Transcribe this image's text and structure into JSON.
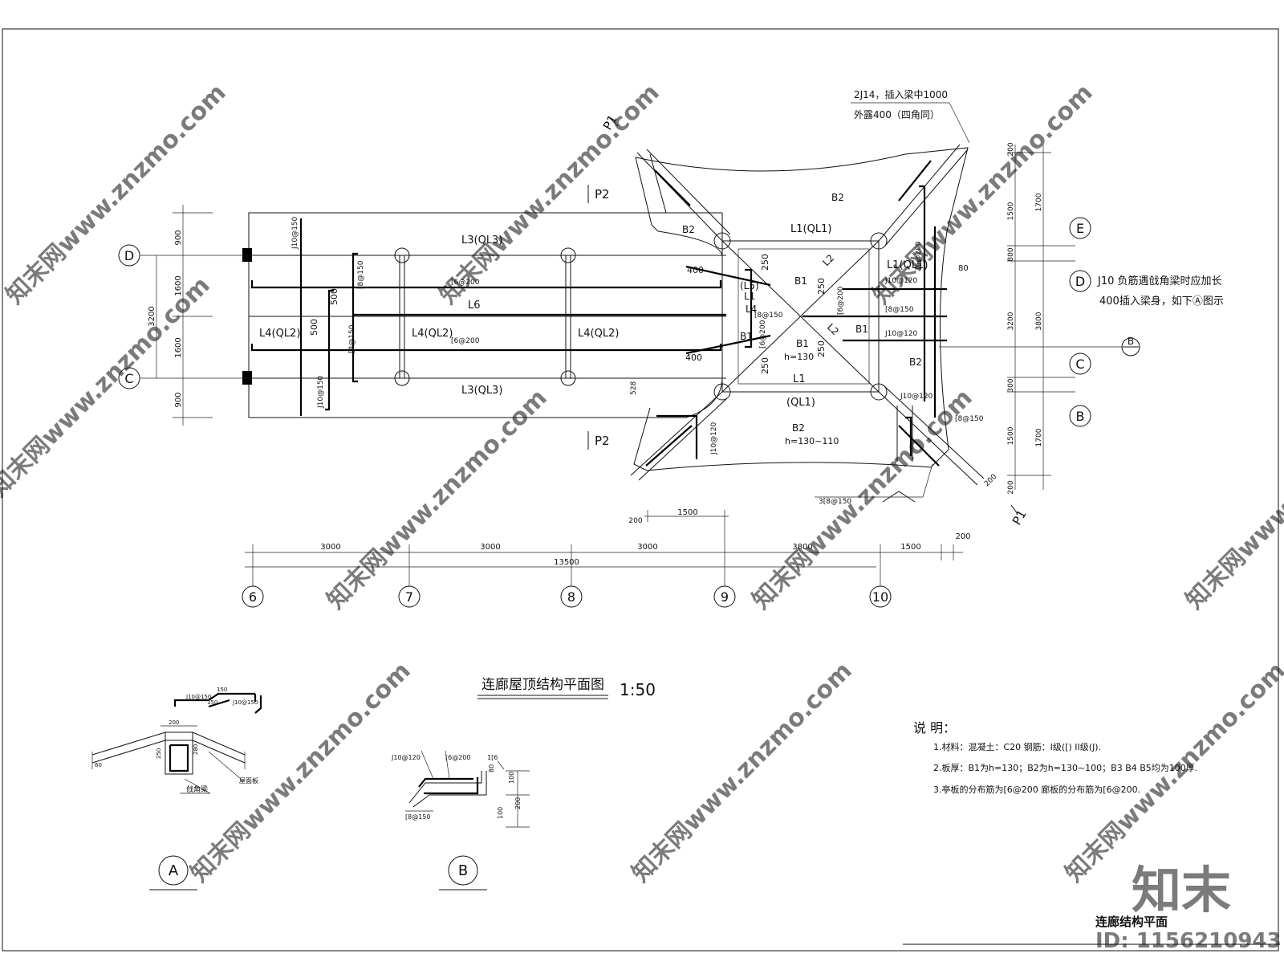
{
  "plan": {
    "title": "连廊屋顶结构平面图",
    "scale": "1:50",
    "axes_horizontal": [
      "6",
      "7",
      "8",
      "9",
      "10"
    ],
    "axes_vertical_left": [
      "D",
      "C"
    ],
    "axes_vertical_right": [
      "E",
      "D",
      "C",
      "B"
    ],
    "section_ref": "B",
    "dims_bottom_row1": [
      "3000",
      "3000",
      "3000",
      "3800",
      "1500",
      "200"
    ],
    "dims_bottom_total": "13500",
    "dims_upper": [
      "200",
      "1500"
    ],
    "dims_left": [
      "900",
      "1600",
      "1600",
      "900",
      "3200"
    ],
    "dims_right_inner": [
      "200",
      "1500",
      "800",
      "3200",
      "300",
      "1500",
      "200"
    ],
    "dims_right_outer": [
      "1700",
      "3800",
      "1700"
    ],
    "section_marks": {
      "p1": "P1",
      "p2": "P2"
    },
    "beams": {
      "l3": "L3(QL3)",
      "l6": "L6",
      "l4": "L4(QL2)",
      "l1_top": "L1(QL1)",
      "l1_right": "L1(QL1)",
      "l1": "L1",
      "l1_paren": "(QL1)",
      "l5": "(L5)",
      "l4_short": "L4",
      "l2": "L2"
    },
    "slabs": {
      "b1": "B1",
      "b2": "B2",
      "b1_h": "h=130",
      "b2_h": "h=130~110"
    },
    "rebar": {
      "j10_150": "J10@150",
      "f8_150": "[8@150",
      "f6_200": "[6@200",
      "j10_120": "J10@120",
      "f3_8_150": "3[8@150"
    },
    "misc_dims": {
      "d400": "400",
      "d500": "500",
      "d250": "250",
      "d528": "528",
      "d80": "80",
      "d200": "200"
    },
    "note_top": [
      "2J14，插入梁中1000",
      "外露400（四角同）"
    ],
    "note_right": [
      "J10 负筋遇戗角梁时应加长",
      "400插入梁身，如下Ⓐ图示"
    ]
  },
  "details": {
    "a": {
      "label": "A",
      "rebar_top": "J10@150",
      "rebar_right": "J10@150",
      "dim_150": "150",
      "dim_200": "200",
      "dim_250": "250",
      "dim_280": "280",
      "dim_60": "60",
      "beam_label": "戗角梁",
      "slab_label": "屋面板"
    },
    "b": {
      "label": "B",
      "rebar_1": "J10@120",
      "rebar_2": "[6@200",
      "rebar_3": "1[6",
      "rebar_4": "[8@150",
      "dim_80": "80",
      "dim_100": "100",
      "dim_200": "200"
    }
  },
  "notes": {
    "heading": "说 明：",
    "items": [
      "1.材料：混凝土：C20 钢筋：I级([) II级(J).",
      "2.板厚：B1为h=130；B2为h=130~100；B3 B4 B5均为100厚.",
      "3.亭板的分布筋为[6@200 廊板的分布筋为[6@200."
    ]
  },
  "title_block": {
    "name": "连廊结构平面"
  },
  "watermark": {
    "brand": "知末",
    "id": "ID: 1156210943",
    "site": "知末网www.znzmo.com"
  }
}
